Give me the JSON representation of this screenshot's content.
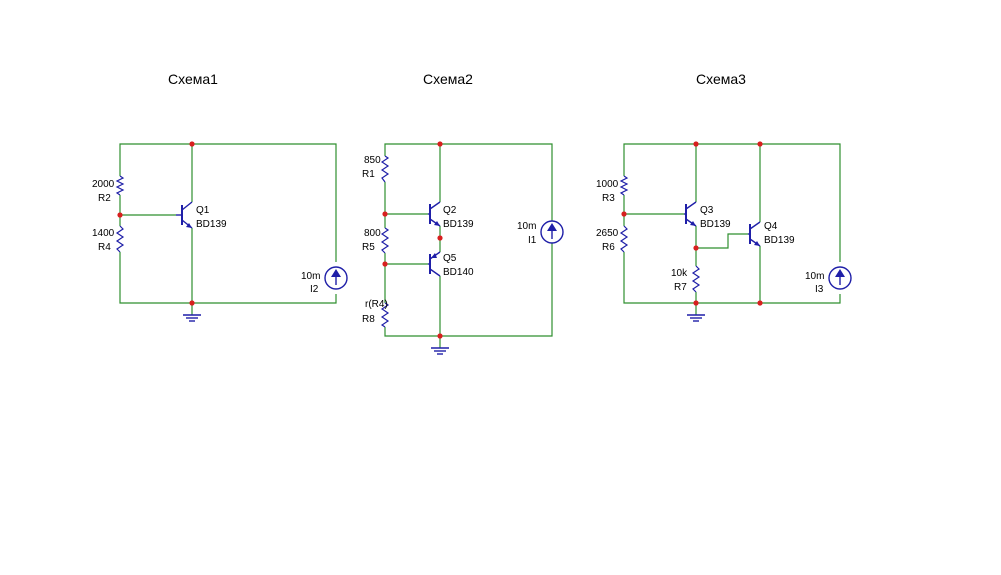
{
  "titles": {
    "schema1": "Схема1",
    "schema2": "Схема2",
    "schema3": "Схема3"
  },
  "colors": {
    "wire": "#2f8f2f",
    "component": "#1f1fa8",
    "node": "#d81f1f",
    "text": "#000000"
  },
  "schema1": {
    "r2": {
      "value": "2000",
      "ref": "R2"
    },
    "r4": {
      "value": "1400",
      "ref": "R4"
    },
    "q1": {
      "ref": "Q1",
      "model": "BD139"
    },
    "i2": {
      "value": "10m",
      "ref": "I2"
    }
  },
  "schema2": {
    "r1": {
      "value": "850",
      "ref": "R1"
    },
    "r5": {
      "value": "800",
      "ref": "R5"
    },
    "r8": {
      "value": "r(R4)",
      "ref": "R8"
    },
    "q2": {
      "ref": "Q2",
      "model": "BD139"
    },
    "q5": {
      "ref": "Q5",
      "model": "BD140"
    },
    "i1": {
      "value": "10m",
      "ref": "I1"
    }
  },
  "schema3": {
    "r3": {
      "value": "1000",
      "ref": "R3"
    },
    "r6": {
      "value": "2650",
      "ref": "R6"
    },
    "r7": {
      "value": "10k",
      "ref": "R7"
    },
    "q3": {
      "ref": "Q3",
      "model": "BD139"
    },
    "q4": {
      "ref": "Q4",
      "model": "BD139"
    },
    "i3": {
      "value": "10m",
      "ref": "I3"
    }
  }
}
